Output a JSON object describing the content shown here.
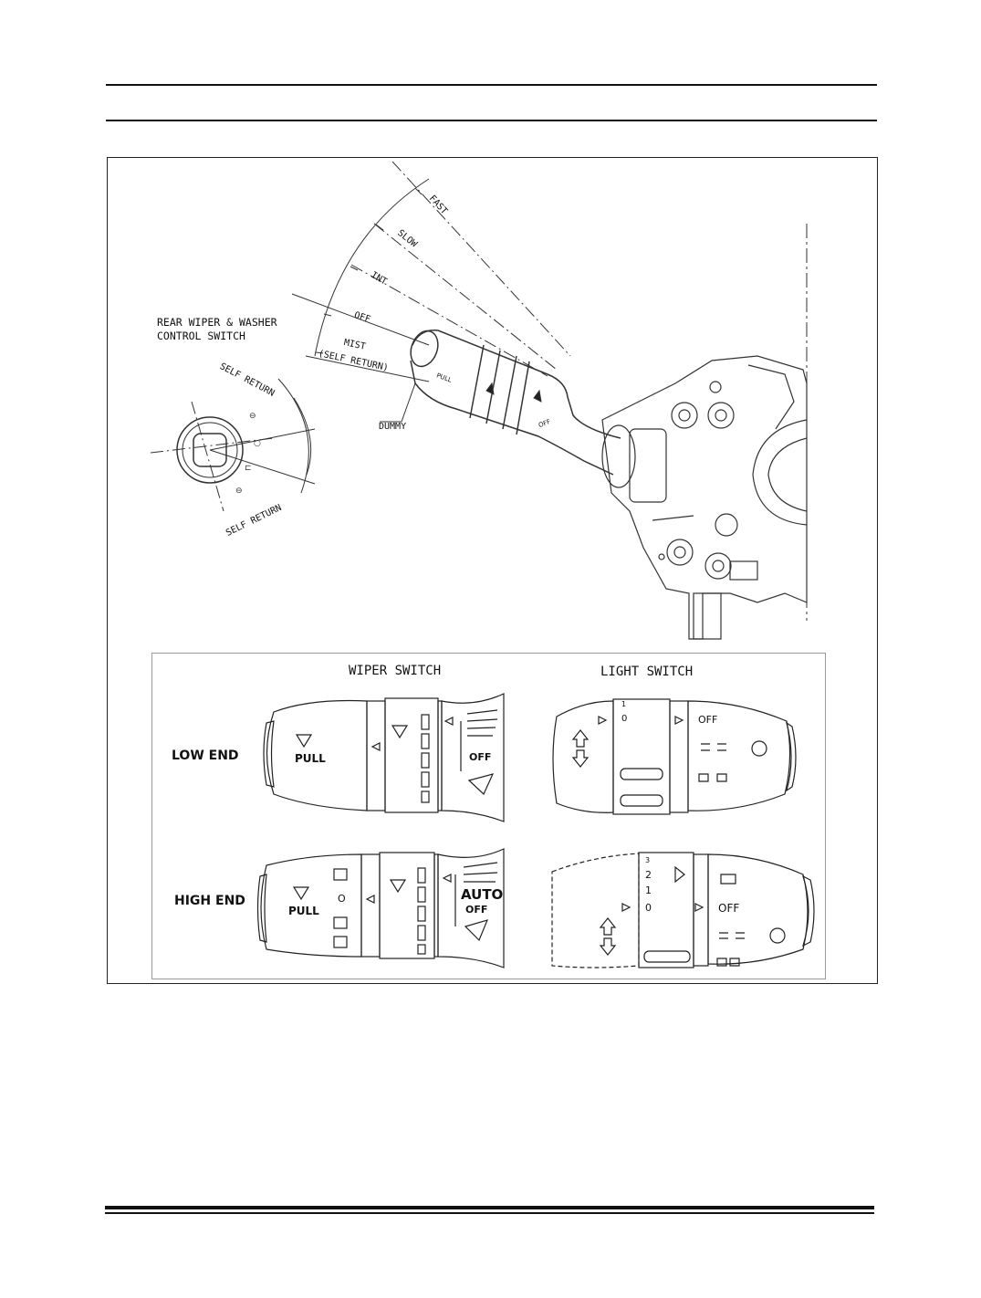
{
  "diagram": {
    "title_rear": [
      "REAR WIPER & WASHER",
      "CONTROL SWITCH"
    ],
    "self_return": "SELF RETURN",
    "dummy": "DUMMY",
    "positions": [
      "FAST",
      "SLOW",
      "INT",
      "OFF",
      "MIST",
      "(SELF RETURN)"
    ],
    "icon_labels": {
      "pull": "PULL",
      "off": "OFF"
    }
  },
  "panel": {
    "wiper_heading": "WIPER SWITCH",
    "light_heading": "LIGHT SWITCH",
    "low_end": "LOW END",
    "high_end": "HIGH END",
    "pull": "PULL",
    "off": "OFF",
    "auto": "AUTO",
    "o": "O",
    "n0": "0",
    "n1": "1",
    "n2": "2",
    "n3": "3"
  }
}
